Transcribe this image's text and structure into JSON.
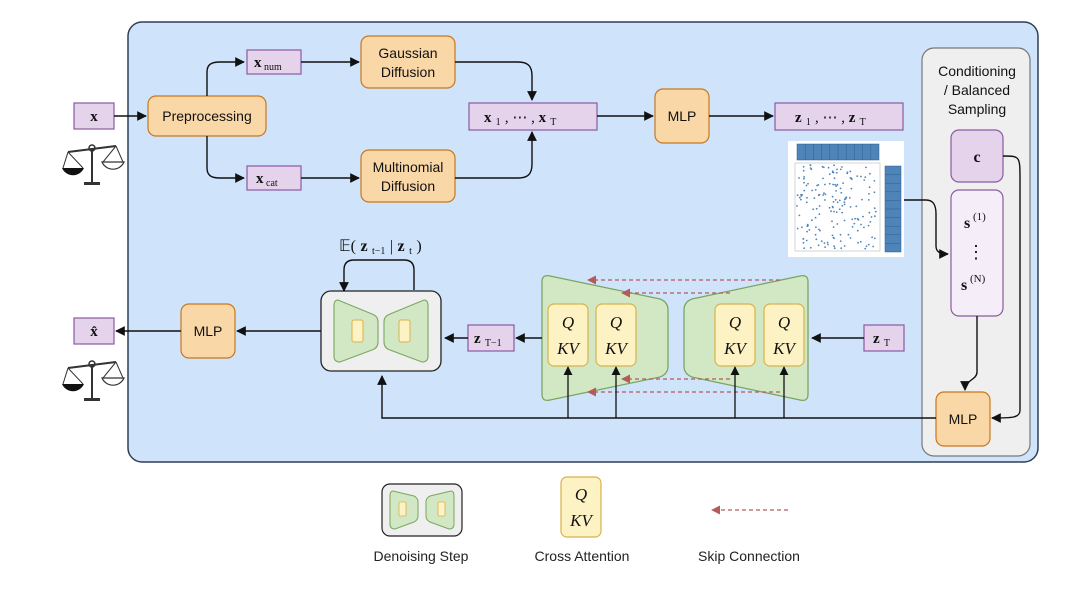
{
  "inputs": {
    "x": "x",
    "x_num_base": "x",
    "x_num_sub": "num",
    "x_cat_base": "x",
    "x_cat_sub": "cat",
    "x_hat": "x̂"
  },
  "blocks": {
    "preprocessing": "Preprocessing",
    "gaussian_1": "Gaussian",
    "gaussian_2": "Diffusion",
    "multinomial_1": "Multinomial",
    "multinomial_2": "Diffusion",
    "mlp_top": "MLP",
    "mlp_bottom": "MLP",
    "mlp_right": "MLP"
  },
  "sequences": {
    "x_seq_a": "x",
    "x_seq_a_sub": "1",
    "x_seq_mid": ", ⋯ , ",
    "x_seq_b": "x",
    "x_seq_b_sub": "T",
    "z_seq_a": "z",
    "z_seq_a_sub": "1",
    "z_seq_mid": ", ⋯ , ",
    "z_seq_b": "z",
    "z_seq_b_sub": "T",
    "z_T": "z",
    "z_T_sub": "T",
    "z_Tm1": "z",
    "z_Tm1_sub": "T−1"
  },
  "expectation": {
    "prefix": "𝔼(",
    "z1": "z",
    "z1_sub": "t−1",
    "bar": "|",
    "z2": "z",
    "z2_sub": "t",
    "suffix": ")"
  },
  "conditioning": {
    "title_1": "Conditioning",
    "title_2": "/ Balanced",
    "title_3": "Sampling",
    "c": "c",
    "s1": "s",
    "s1_sup": "(1)",
    "dots": "⋮",
    "sN": "s",
    "sN_sup": "(N)"
  },
  "attention": {
    "q": "Q",
    "kv": "KV"
  },
  "legend": {
    "denoising": "Denoising Step",
    "cross_attention": "Cross Attention",
    "skip": "Skip Connection"
  },
  "colors": {
    "panel_bg": "#cfe3fb",
    "panel_border": "#2f3f55",
    "orange_fill": "#f9d7a7",
    "orange_border": "#c8781e",
    "purple_fill": "#e4d3eb",
    "purple_border": "#8a5ba3",
    "green_fill": "#d2e8c4",
    "green_border": "#7aa661",
    "yellow_fill": "#fdf2c4",
    "yellow_border": "#d8b24a",
    "skip_arrow": "#b35a5a",
    "heat_blue": "#4f84b9"
  }
}
